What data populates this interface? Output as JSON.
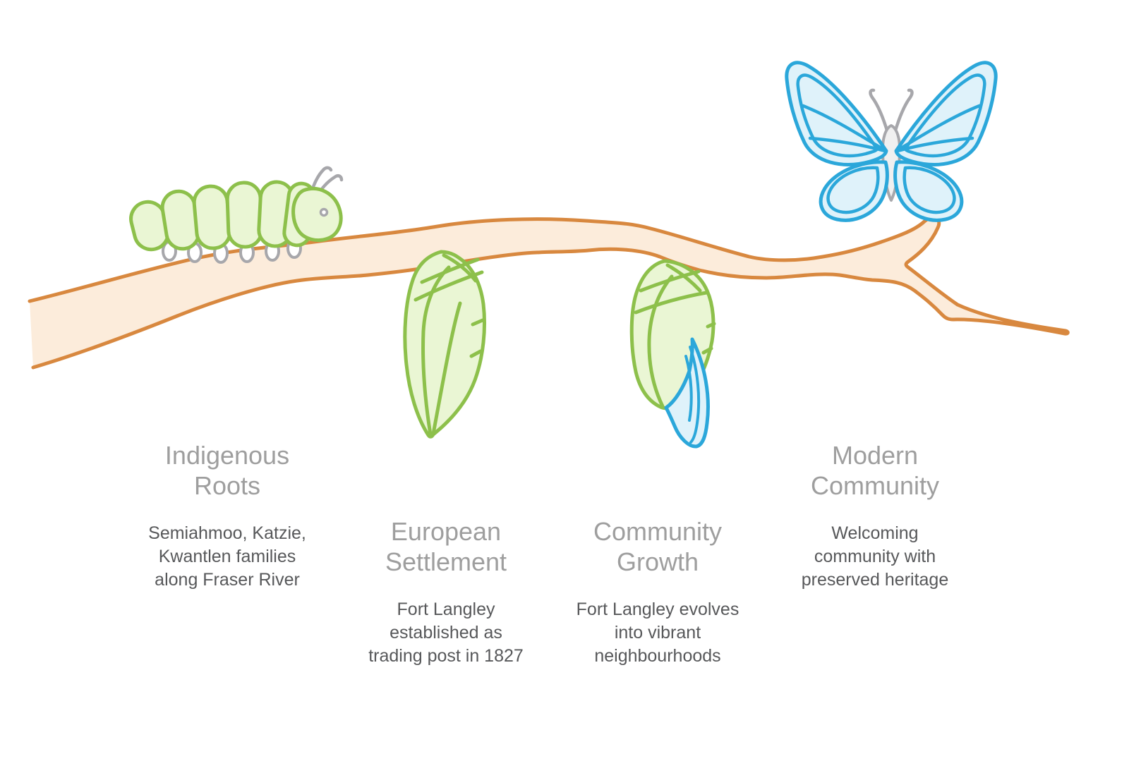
{
  "figure": {
    "type": "metamorphosis-timeline",
    "title": "",
    "stages": [
      {
        "id": "indigenous-roots",
        "illustration": "caterpillar-icon",
        "title": "Indigenous\nRoots",
        "description": "Semiahmoo, Katzie,\nKwantlen families\nalong Fraser River"
      },
      {
        "id": "european-settlement",
        "illustration": "chrysalis-icon",
        "title": "European\nSettlement",
        "description": "Fort Langley\nestablished as\ntrading post in 1827"
      },
      {
        "id": "community-growth",
        "illustration": "emerging-chrysalis-icon",
        "title": "Community\nGrowth",
        "description": "Fort Langley evolves\ninto vibrant\nneighbourhoods"
      },
      {
        "id": "modern-community",
        "illustration": "butterfly-icon",
        "title": "Modern\nCommunity",
        "description": "Welcoming\ncommunity with\npreserved heritage"
      }
    ],
    "colors": {
      "background": "#ffffff",
      "branch_fill": "#fcecdb",
      "branch_stroke": "#d8883f",
      "green_fill": "#eaf6d4",
      "green_stroke": "#8dc04b",
      "blue_fill": "#dff2fa",
      "blue_stroke": "#2ba7da",
      "gray_detail": "#a7a7ab",
      "body_fill": "#f0f0f0",
      "title_color": "#9e9e9e",
      "description_color": "#57585a"
    }
  }
}
